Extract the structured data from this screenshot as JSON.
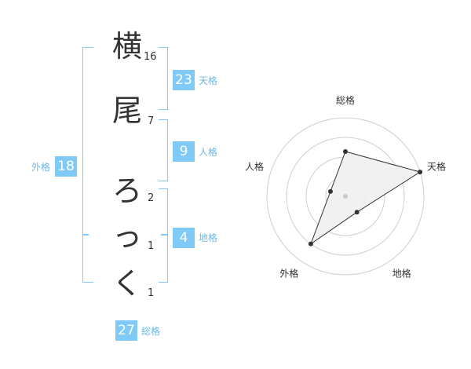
{
  "name_chars": [
    {
      "char": "横",
      "strokes": "16"
    },
    {
      "char": "尾",
      "strokes": "7"
    },
    {
      "char": "ろ",
      "strokes": "2"
    },
    {
      "char": "っ",
      "strokes": "1"
    },
    {
      "char": "く",
      "strokes": "1"
    }
  ],
  "fortune": {
    "ten": {
      "value": "23",
      "label": "天格"
    },
    "jin": {
      "value": "9",
      "label": "人格"
    },
    "chi": {
      "value": "4",
      "label": "地格"
    },
    "gai": {
      "value": "18",
      "label": "外格"
    },
    "sou": {
      "value": "27",
      "label": "総格"
    }
  },
  "chart_data": {
    "type": "radar",
    "axes": [
      "総格",
      "天格",
      "地格",
      "外格",
      "人格"
    ],
    "values": [
      0.57,
      1.0,
      0.25,
      0.75,
      0.2
    ],
    "range": [
      0,
      1
    ],
    "rings": 4,
    "colors": {
      "fill": "#f0f0f0",
      "line": "#333333",
      "grid": "#cfcfcf",
      "center": "#cccccc"
    }
  },
  "colors": {
    "accent": "#7fcaf6",
    "label": "#6bb9e8"
  }
}
